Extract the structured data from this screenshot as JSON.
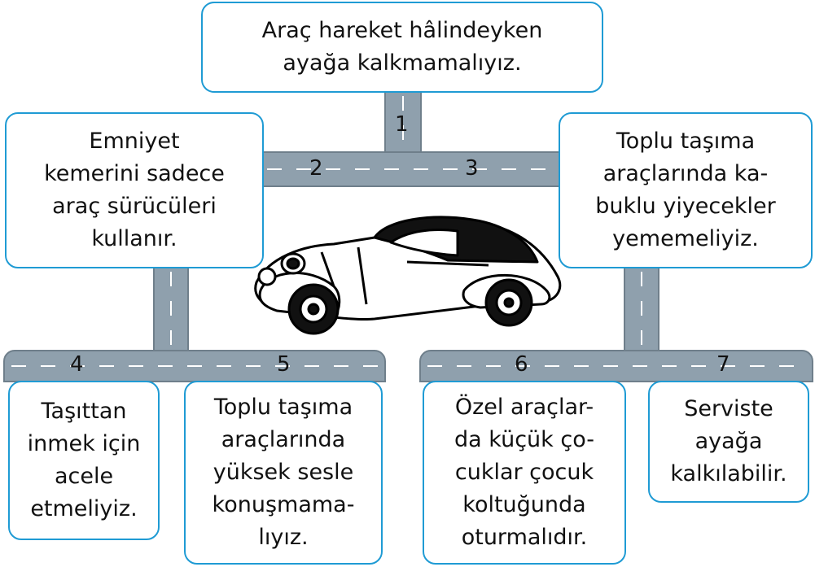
{
  "boxes": [
    {
      "id": "top",
      "text": "Araç hareket hâlindeyken\nayağa kalkmamalıyız."
    },
    {
      "id": "left",
      "text": "Emniyet\nkemerini sadece\naraç sürücüleri\nkullanır."
    },
    {
      "id": "right",
      "text": "Toplu taşıma\naraçlarında ka-\nbuklu yiyecekler\nyememeliyiz."
    },
    {
      "id": "b4",
      "text": "Taşıttan\ninmek için\nacele\netmeliyiz."
    },
    {
      "id": "b5",
      "text": "Toplu taşıma\naraçlarında\nyüksek sesle\nkonuşmama-\nlıyız."
    },
    {
      "id": "b6",
      "text": "Özel araçlar-\nda küçük ço-\ncuklar çocuk\nkoltuğunda\noturmalıdır."
    },
    {
      "id": "b7",
      "text": "Serviste\nayağa\nkalkılabilir."
    }
  ],
  "numbers": [
    "1",
    "2",
    "3",
    "4",
    "5",
    "6",
    "7"
  ],
  "colors": {
    "road": "#8fa0ad",
    "box_border": "#1f9bd4"
  },
  "icons": [
    "vintage-car-icon"
  ]
}
